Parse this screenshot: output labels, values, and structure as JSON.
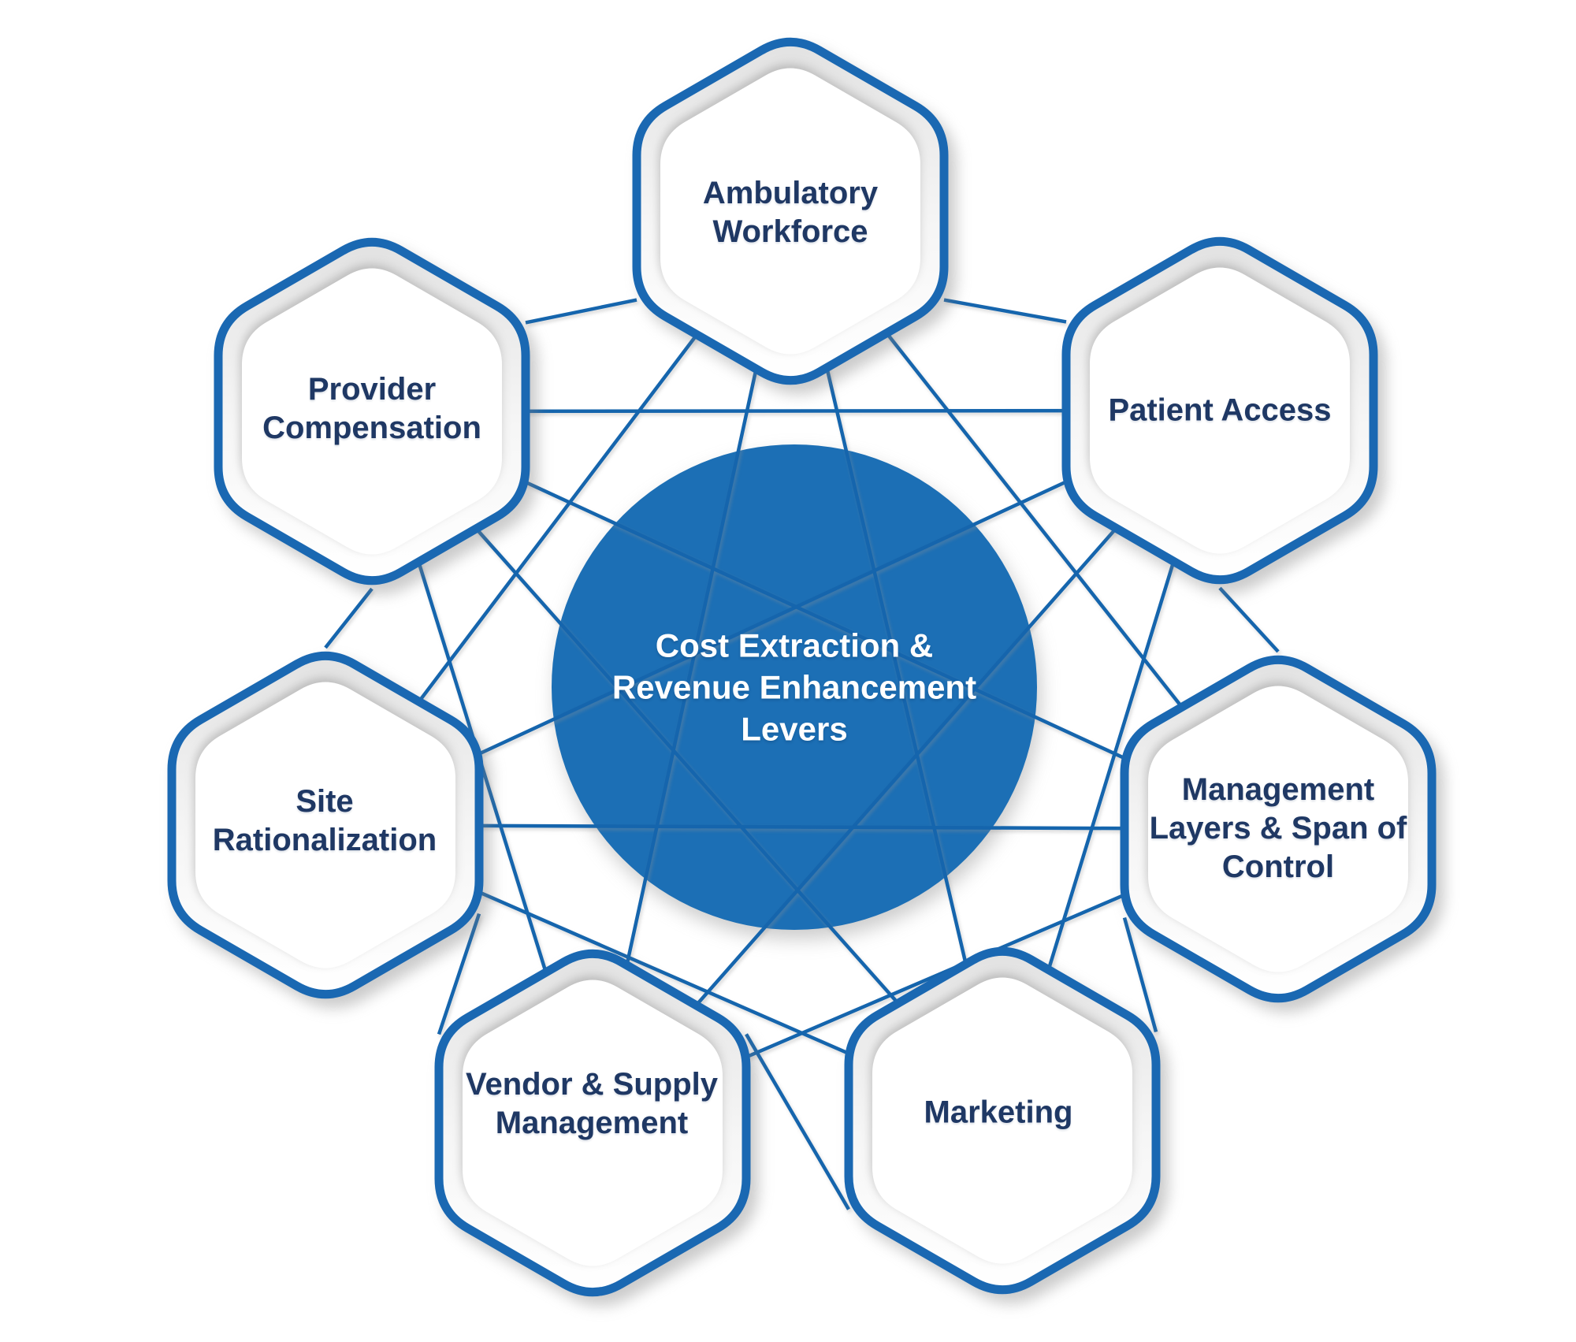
{
  "colors": {
    "background": "#ffffff",
    "hex_border": "#1a68b2",
    "hex_fill": "#ffffff",
    "ring_shade_top": "#e2e2e2",
    "ring_shade_bottom": "#ffffff",
    "web_line": "#1565ad",
    "circle_fill": "#1c6fb5",
    "hex_text": "#1f3864",
    "circle_text": "#ffffff"
  },
  "center_circle": {
    "label": "Cost Extraction &\nRevenue Enhancement\nLevers"
  },
  "hexagons": [
    {
      "id": "ambulatory-workforce",
      "label": "Ambulatory\nWorkforce"
    },
    {
      "id": "patient-access",
      "label": "Patient Access"
    },
    {
      "id": "management-layers-span-of-control",
      "label": "Management\nLayers & Span of\nControl"
    },
    {
      "id": "marketing",
      "label": "Marketing"
    },
    {
      "id": "vendor-supply-management",
      "label": "Vendor & Supply\nManagement"
    },
    {
      "id": "site-rationalization",
      "label": "Site\nRationalization"
    },
    {
      "id": "provider-compensation",
      "label": "Provider\nCompensation"
    }
  ]
}
